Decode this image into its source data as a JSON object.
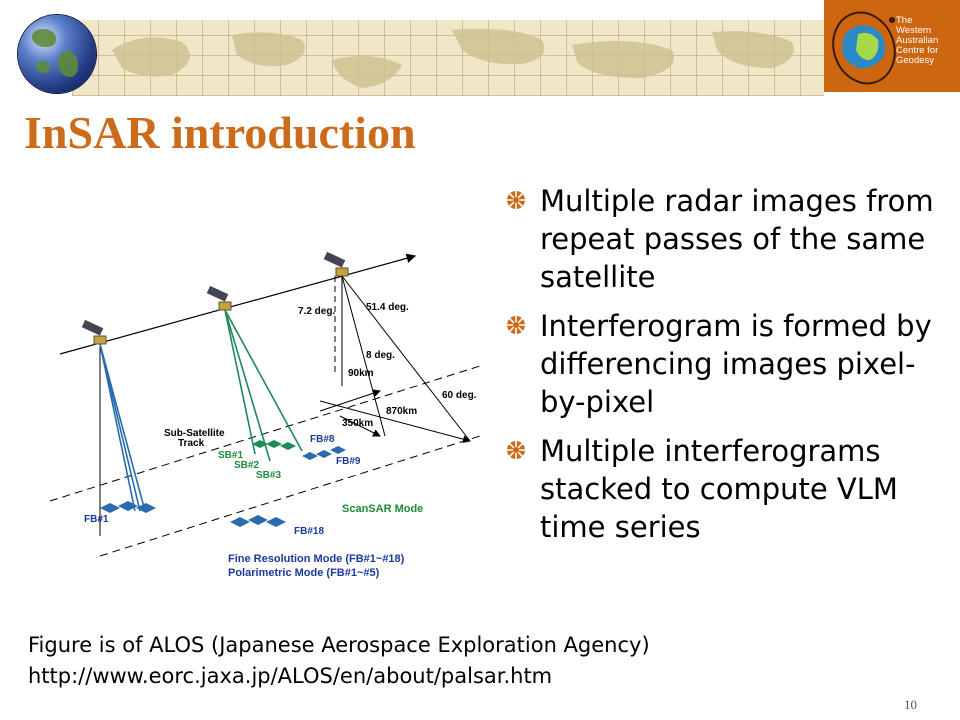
{
  "slide": {
    "title": "InSAR introduction",
    "bullets": [
      "Multiple radar images from repeat passes of the same satellite",
      "Interferogram is formed by differencing images pixel-by-pixel",
      "Multiple interferograms stacked to compute VLM time series"
    ],
    "caption_line1": "Figure is of ALOS (Japanese Aerospace Exploration Agency)",
    "caption_line2": "http://www.eorc.jaxa.jp/ALOS/en/about/palsar.htm",
    "page_number": "10"
  },
  "logo": {
    "line1": "The",
    "line2": "Western",
    "line3": "Australian",
    "line4": "Centre for",
    "line5": "Geodesy"
  },
  "figure": {
    "angle1": "7.2 deg.",
    "angle2": "51.4 deg.",
    "angle3": "8 deg.",
    "angle4": "60 deg.",
    "dist1": "90km",
    "dist2": "870km",
    "dist3": "350km",
    "track_line1": "Sub-Satellite",
    "track_line2": "Track",
    "sb1": "SB#1",
    "sb2": "SB#2",
    "sb3": "SB#3",
    "fb8": "FB#8",
    "fb9": "FB#9",
    "fb1": "FB#1",
    "fb18": "FB#18",
    "scansar": "ScanSAR Mode",
    "fine_mode": "Fine Resolution Mode (FB#1~#18)",
    "polar_mode": "Polarimetric Mode (FB#1~#5)"
  },
  "colors": {
    "title": "#cc6b1a",
    "logo_bg": "#cc6611",
    "beam_blue": "#2a6bb0",
    "beam_green": "#1e8a5a",
    "label_blue": "#1a3a9a",
    "label_green": "#1e8a3a"
  }
}
